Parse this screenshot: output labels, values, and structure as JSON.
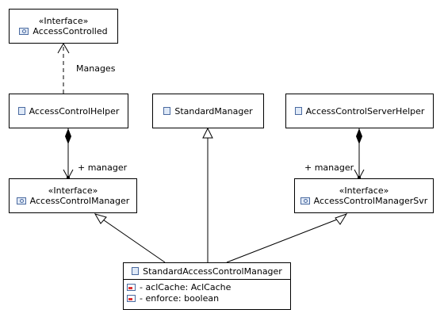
{
  "stereotype": "«Interface»",
  "classes": {
    "access_controlled": {
      "name": "AccessControlled"
    },
    "access_control_helper": {
      "name": "AccessControlHelper"
    },
    "standard_manager": {
      "name": "StandardManager"
    },
    "access_control_server_helper": {
      "name": "AccessControlServerHelper"
    },
    "access_control_manager": {
      "name": "AccessControlManager"
    },
    "access_control_manager_svr": {
      "name": "AccessControlManagerSvr"
    },
    "standard_access_control_manager": {
      "name": "StandardAccessControlManager",
      "attributes": [
        "- aclCache: AclCache",
        "- enforce: boolean"
      ]
    }
  },
  "edge_labels": {
    "manages": "Manages",
    "manager_left": "+ manager",
    "manager_right": "+ manager"
  },
  "icons": {
    "class": "class-icon",
    "interface": "interface-icon",
    "attribute": "private-attribute-icon"
  }
}
